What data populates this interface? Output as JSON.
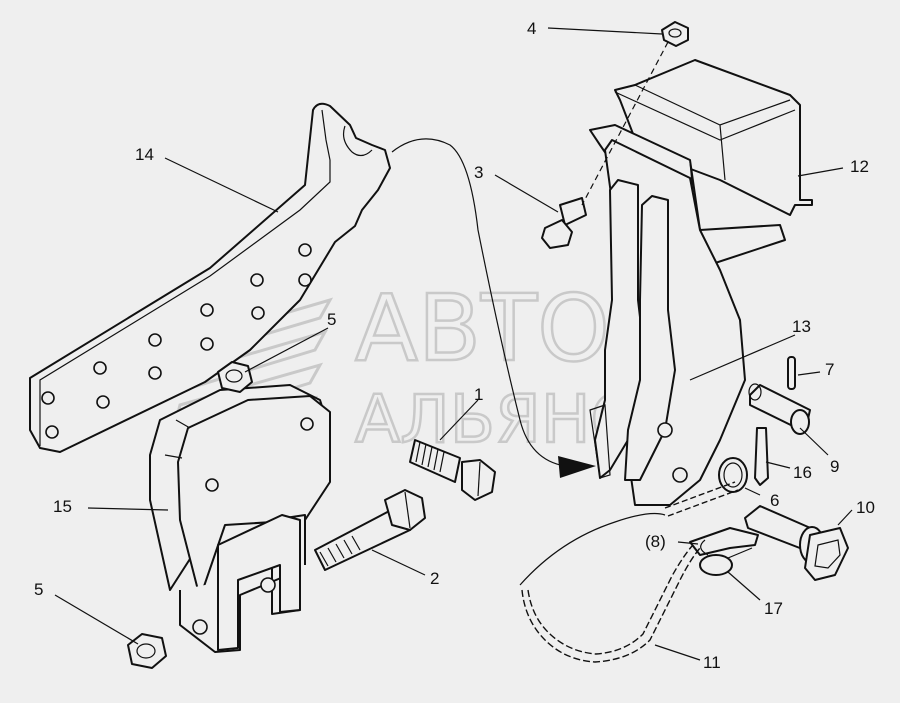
{
  "watermark": {
    "line1": "АВТО",
    "line2": "АЛЬЯНС"
  },
  "callouts": {
    "c1": "1",
    "c2": "2",
    "c3": "3",
    "c4": "4",
    "c5_top": "5",
    "c5_bottom": "5",
    "c6": "6",
    "c7": "7",
    "c8": "(8)",
    "c9": "9",
    "c10": "10",
    "c11": "11",
    "c12": "12",
    "c13": "13",
    "c14": "14",
    "c15": "15",
    "c16": "16",
    "c17": "17"
  }
}
